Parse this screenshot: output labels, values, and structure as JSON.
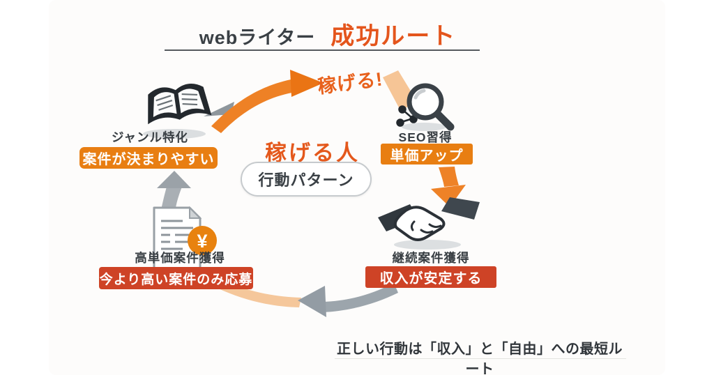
{
  "title": {
    "prefix": "webライター",
    "highlight": "成功ルート"
  },
  "cycle": {
    "top_label": "稼げる!",
    "center_headline": "稼げる人",
    "center_pill": "行動パターン"
  },
  "nodes": [
    {
      "id": "genre-specialization",
      "icon": "open-book-icon",
      "label": "ジャンル特化",
      "badge": "案件が決まりやすい",
      "badge_color": "#E87E12"
    },
    {
      "id": "seo-mastery",
      "icon": "seo-magnifier-icon",
      "label": "SEO習得",
      "badge": "単価アップ",
      "badge_color": "#E87E12"
    },
    {
      "id": "repeat-contracts",
      "icon": "handshake-icon",
      "label": "継続案件獲得",
      "badge": "収入が安定する",
      "badge_color": "#CE4326"
    },
    {
      "id": "high-price-contracts",
      "icon": "document-yen-icon",
      "label": "高単価案件獲得",
      "badge": "今より高い案件のみ応募",
      "badge_color": "#CE4326"
    }
  ],
  "footer": {
    "statement": "正しい行動は「収入」と「自由」への最短ルート"
  },
  "icons": {
    "yen_symbol": "¥"
  },
  "colors": {
    "accent_orange": "#E4551C",
    "badge_orange": "#E87E12",
    "badge_red": "#CE4326",
    "arrow_orange": "#EE8125",
    "arrow_peach": "#F5C79B",
    "arrow_gray": "#9CA5AC",
    "text_dark": "#363C41"
  }
}
